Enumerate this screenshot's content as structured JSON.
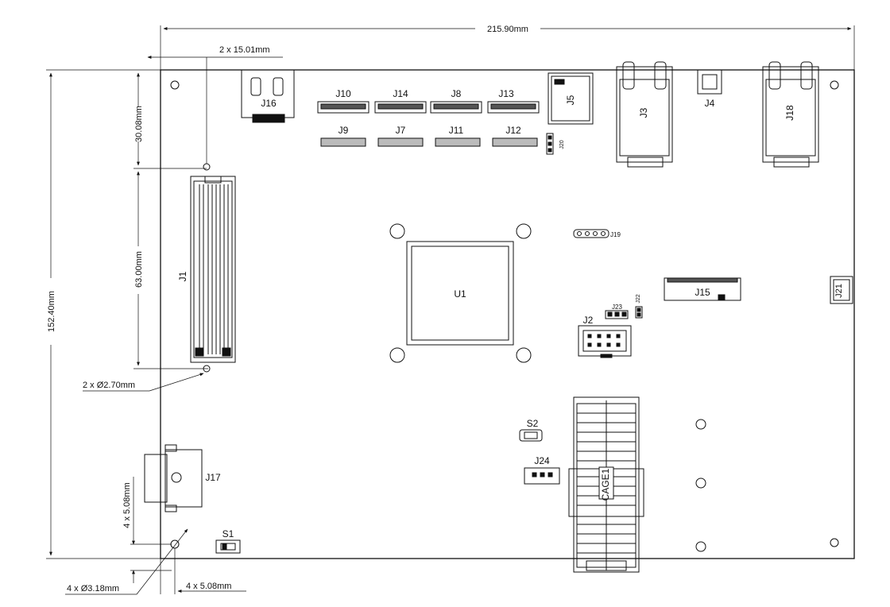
{
  "dimensions": {
    "width": "215.90mm",
    "height": "152.40mm",
    "port_spacing": "2 x 15.01mm",
    "top_offset": "30.08mm",
    "j1_length": "63.00mm",
    "small_holes": "2 x Ø2.70mm",
    "mount_holes": "4 x Ø3.18mm",
    "hole_offset_x": "4 x 5.08mm",
    "hole_offset_y": "4 x 5.08mm"
  },
  "labels": {
    "J1": "J1",
    "J2": "J2",
    "J3": "J3",
    "J4": "J4",
    "J5": "J5",
    "J7": "J7",
    "J8": "J8",
    "J9": "J9",
    "J10": "J10",
    "J11": "J11",
    "J12": "J12",
    "J13": "J13",
    "J14": "J14",
    "J15": "J15",
    "J16": "J16",
    "J17": "J17",
    "J18": "J18",
    "J19": "J19",
    "J20": "J20",
    "J21": "J21",
    "J22": "J22",
    "J23": "J23",
    "J24": "J24",
    "U1": "U1",
    "S1": "S1",
    "S2": "S2",
    "CAGE1": "CAGE1"
  }
}
